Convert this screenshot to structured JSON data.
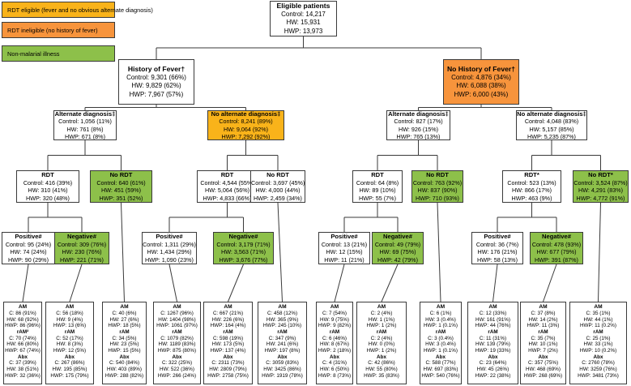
{
  "legend": {
    "eligible": "RDT eligible (fever and no obvious alternate diagnosis)",
    "ineligible": "RDT ineligible (no history of fever)",
    "nonmalarial": "Non-malarial illness"
  },
  "nodes": {
    "root": {
      "title": "Eligible patients",
      "lines": [
        "Control: 14,217",
        "HW: 15,931",
        "HWP: 13,973"
      ]
    },
    "fever": {
      "title": "History of Fever†",
      "lines": [
        "Control: 9,301 (66%)",
        "HW: 9,829 (62%)",
        "HWP: 7,967 (57%)"
      ]
    },
    "nofever": {
      "title": "No History of Fever†",
      "lines": [
        "Control: 4,876 (34%)",
        "HW: 6,088 (38%)",
        "HWP: 6,000 (43%)"
      ]
    },
    "f_alt": {
      "title": "Alternate diagnosis‡",
      "lines": [
        "Control: 1,056 (11%)",
        "HW: 761 (8%)",
        "HWP: 671 (8%)"
      ]
    },
    "f_noalt": {
      "title": "No alternate diagnosis‡",
      "lines": [
        "Control: 8,241 (89%)",
        "HW: 9,064 (92%)",
        "HWP: 7,292 (92%)"
      ]
    },
    "nf_alt": {
      "title": "Alternate diagnosis‡",
      "lines": [
        "Control: 827 (17%)",
        "HW: 926 (15%)",
        "HWP: 765 (13%)"
      ]
    },
    "nf_noalt": {
      "title": "No alternate diagnosis‡",
      "lines": [
        "Control: 4,048 (83%)",
        "HW: 5,157 (85%)",
        "HWP: 5,235 (87%)"
      ]
    },
    "a_rdt": {
      "title": "RDT",
      "lines": [
        "Control: 416 (39%)",
        "HW: 310 (41%)",
        "HWP: 320 (48%)"
      ]
    },
    "a_nordt": {
      "title": "No RDT",
      "lines": [
        "Control: 640 (61%)",
        "HW: 451 (59%)",
        "HWP: 351 (52%)"
      ]
    },
    "b_rdt": {
      "title": "RDT",
      "lines": [
        "Control: 4,544 (55%)",
        "HW: 5,064 (56%)",
        "HWP: 4,833 (66%)"
      ]
    },
    "b_nordt": {
      "title": "No RDT",
      "lines": [
        "Control: 3,697 (45%)",
        "HW: 4,000 (44%)",
        "HWP: 2,459 (34%)"
      ]
    },
    "c_rdt": {
      "title": "RDT",
      "lines": [
        "Control: 64 (8%)",
        "HW: 89 (10%)",
        "HWP: 55 (7%)"
      ]
    },
    "c_nordt": {
      "title": "No RDT",
      "lines": [
        "Control: 763 (92%)",
        "HW: 837 (90%)",
        "HWP: 710 (93%)"
      ]
    },
    "d_rdt": {
      "title": "RDT*",
      "lines": [
        "Control: 523 (13%)",
        "HW: 866 (17%)",
        "HWP: 463 (9%)"
      ]
    },
    "d_nordt": {
      "title": "No RDT*",
      "lines": [
        "Control: 3,524 (87%)",
        "HW: 4,291 (83%)",
        "HWP: 4,772 (91%)"
      ]
    },
    "a_pos": {
      "title": "Positive#",
      "lines": [
        "Control: 95 (24%)",
        "HW: 74 (24%)",
        "HWP: 90 (29%)"
      ]
    },
    "a_neg": {
      "title": "Negative#",
      "lines": [
        "Control: 309 (76%)",
        "HW: 230 (76%)",
        "HWP: 221 (71%)"
      ]
    },
    "b_pos": {
      "title": "Positive#",
      "lines": [
        "Control: 1,311 (29%)",
        "HW: 1,434 (29%)",
        "HWP: 1,090 (23%)"
      ]
    },
    "b_neg": {
      "title": "Negative#",
      "lines": [
        "Control: 3,179 (71%)",
        "HW: 3,563 (71%)",
        "HWP: 3,676 (77%)"
      ]
    },
    "c_pos": {
      "title": "Positive#",
      "lines": [
        "Control: 13 (21%)",
        "HW: 12 (15%)",
        "HWP: 11 (21%)"
      ]
    },
    "c_neg": {
      "title": "Negative#",
      "lines": [
        "Control: 49 (79%)",
        "HW: 69 (75%)",
        "HWP: 42 (79%)"
      ]
    },
    "d_pos": {
      "title": "Positive#",
      "lines": [
        "Control: 36 (7%)",
        "HW: 176 (21%)",
        "HWP: 58 (13%)"
      ]
    },
    "d_neg": {
      "title": "Negative#",
      "lines": [
        "Control: 478 (93%)",
        "HW: 677 (79%)",
        "HWP: 391 (87%)"
      ]
    },
    "l1": {
      "title": "AM",
      "lines": [
        "C: 86 (91%)",
        "HW: 68 (92%)",
        "HWP: 86 (96%)",
        "rAM²",
        "C: 70 (74%)",
        "HW: 66 (80%)",
        "HWP: 67 (74%)",
        "Abx",
        "C: 37 (39%)",
        "HW: 38 (51%)",
        "HWP: 32 (36%)"
      ]
    },
    "l2": {
      "title": "AM",
      "lines": [
        "C: 56 (18%)",
        "HW: 9 (4%)",
        "HWP: 13 (6%)",
        "rAM",
        "C: 52 (17%)",
        "HW: 8 (3%)",
        "HWP: 12 (5%)",
        "Abx",
        "C: 267 (86%)",
        "HW: 195 (85%)",
        "HWP: 175 (79%)"
      ]
    },
    "l3": {
      "title": "AM",
      "lines": [
        "C: 40 (6%)",
        "HW: 27 (6%)",
        "HWP: 18 (5%)",
        "rAM",
        "C: 34 (5%)",
        "HW: 23 (5%)",
        "HWP: 15 (5%)",
        "Abx",
        "C: 540 (84%)",
        "HW: 403 (89%)",
        "HWP: 288 (82%)"
      ]
    },
    "l4": {
      "title": "AM",
      "lines": [
        "C: 1267 (96%)",
        "HW: 1404 (98%)",
        "HWP: 1061 (97%)",
        "rAM",
        "C: 1079 (82%)",
        "HW: 1189 (83%)",
        "HWP: 875 (80%)",
        "Abx",
        "C: 322 (25%)",
        "HW: 522 (36%)",
        "HWP: 266 (24%)"
      ]
    },
    "l5": {
      "title": "AM",
      "lines": [
        "C: 667 (21%)",
        "HW: 226 (6%)",
        "HWP: 164 (4%)",
        "rAM",
        "C: 598 (19%)",
        "HW: 173 (5%)",
        "HWP: 137 (4%)",
        "Abx",
        "C: 2311 (73%)",
        "HW: 2809 (79%)",
        "HWP: 2758 (75%)"
      ]
    },
    "l6": {
      "title": "AM",
      "lines": [
        "C: 458 (12%)",
        "HW: 365 (9%)",
        "HWP: 245 (10%)",
        "rAM",
        "C: 347 (9%)",
        "HW: 241 (6%)",
        "HWP: 197 (8%)",
        "Abx",
        "C: 3059 (83%)",
        "HW: 3425 (86%)",
        "HWP: 1919 (78%)"
      ]
    },
    "l7": {
      "title": "AM",
      "lines": [
        "C: 7 (54%)",
        "HW: 9 (75%)",
        "HWP: 9 (82%)",
        "rAM",
        "C: 6 (46%)",
        "HW: 8 (67%)",
        "HWP: 2 (18%)",
        "Abx",
        "C: 4 (31%)",
        "HW: 6 (50%)",
        "HWP: 8 (73%)"
      ]
    },
    "l8": {
      "title": "AM",
      "lines": [
        "C: 2 (4%)",
        "HW: 1 (1%)",
        "HWP: 1 (2%)",
        "rAM",
        "C: 2 (4%)",
        "HW: 0 (0%)",
        "HWP: 1 (2%)",
        "Abx",
        "C: 42 (86%)",
        "HW: 55 (80%)",
        "HWP: 35 (83%)"
      ]
    },
    "l9": {
      "title": "AM",
      "lines": [
        "C: 6 (1%)",
        "HW: 3 (0.4%)",
        "HWP: 1 (0.1%)",
        "rAM",
        "C: 3 (0.4%)",
        "HW: 3 (0.4%)",
        "HWP: 1 (0.1%)",
        "Abx",
        "C: 588 (77%)",
        "HW: 697 (83%)",
        "HWP: 540 (76%)"
      ]
    },
    "l10": {
      "title": "AM",
      "lines": [
        "C: 12 (33%)",
        "HW: 161 (91%)",
        "HWP: 44 (76%)",
        "rAM",
        "C: 11 (31%)",
        "HW: 139 (79%)",
        "HWP: 19 (33%)",
        "Abx",
        "C: 23 (64%)",
        "HW: 45 (26%)",
        "HWP: 22 (38%)"
      ]
    },
    "l11": {
      "title": "AM",
      "lines": [
        "C: 37 (8%)",
        "HW: 14 (2%)",
        "HWP: 11 (3%)",
        "rAM",
        "C: 35 (7%)",
        "HW: 10 (1%)",
        "HWP: 7 (2%)",
        "Abx",
        "C: 357 (75%)",
        "HW: 468 (69%)",
        "HWP: 268 (69%)"
      ]
    },
    "l12": {
      "title": "AM",
      "lines": [
        "C: 35 (1%)",
        "HW: 44 (1%)",
        "HWP: 11 (0.2%)",
        "rAM",
        "C: 25 (1%)",
        "HW: 33 (1%)",
        "HWP: 10 (0.2%)",
        "Abx",
        "C: 2760 (78%)",
        "HW: 3259 (76%)",
        "HWP: 3481 (73%)"
      ]
    }
  },
  "colors": {
    "eligible": "#f9b31a",
    "ineligible": "#f7943c",
    "nonmalarial": "#8dc04a",
    "border": "#3a3a3a"
  }
}
